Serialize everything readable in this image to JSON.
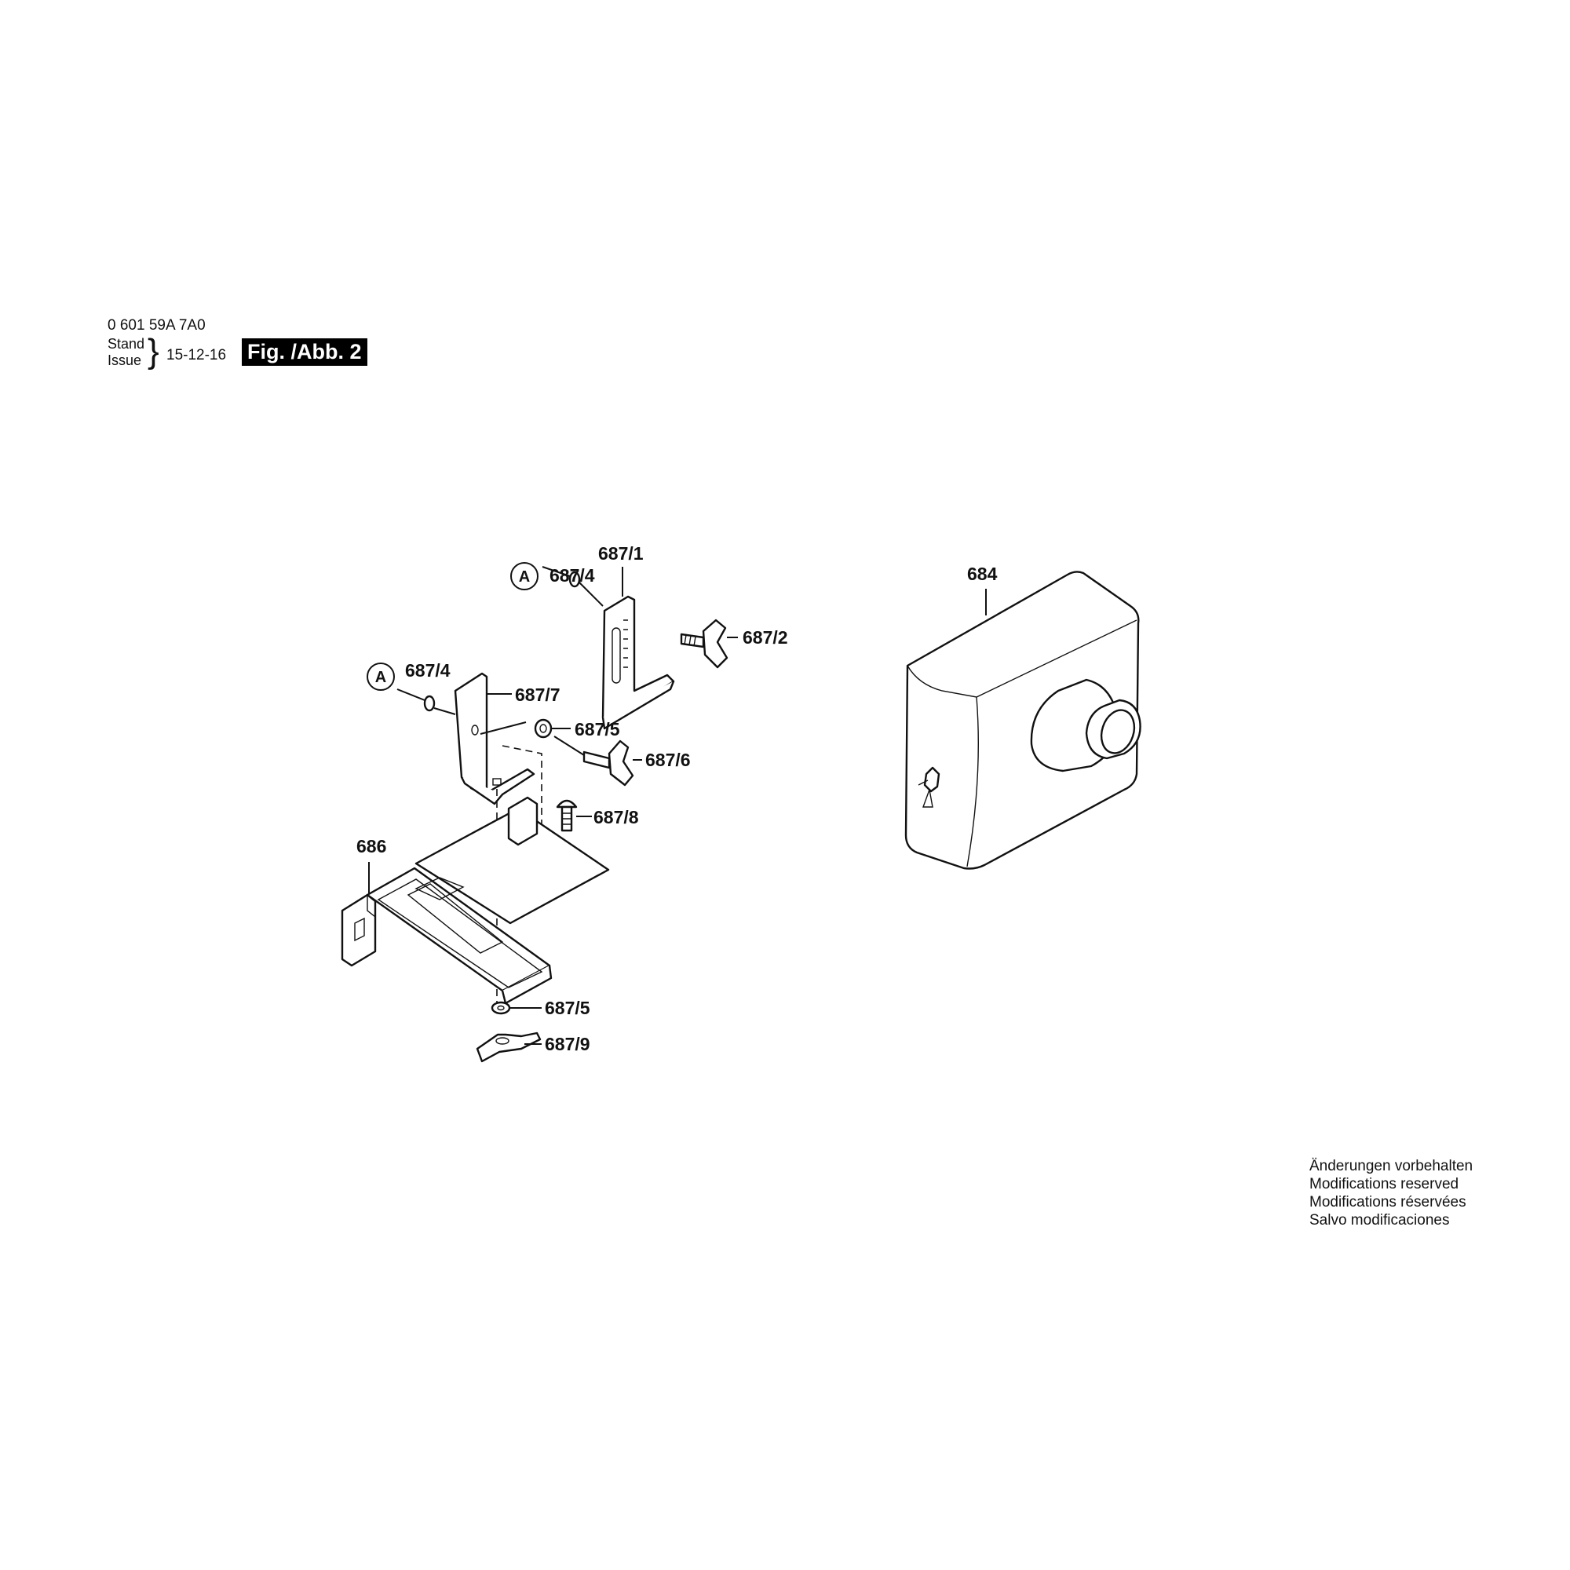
{
  "header": {
    "doc_number": "0 601 59A 7A0",
    "stand_label": "Stand",
    "issue_label": "Issue",
    "issue_date": "15-12-16",
    "figure_label": "Fig. /Abb. 2"
  },
  "callouts": {
    "c_687_1": "687/1",
    "c_687_4_top": "687/4",
    "c_687_2": "687/2",
    "c_687_4_mid": "687/4",
    "c_687_7": "687/7",
    "c_687_5_top": "687/5",
    "c_687_6": "687/6",
    "c_687_8": "687/8",
    "c_686": "686",
    "c_687_5_bottom": "687/5",
    "c_687_9": "687/9",
    "c_684": "684",
    "ref_a_top": "A",
    "ref_a_mid": "A"
  },
  "notes": [
    "Änderungen vorbehalten",
    "Modifications reserved",
    "Modifications réservées",
    "Salvo modificaciones"
  ]
}
